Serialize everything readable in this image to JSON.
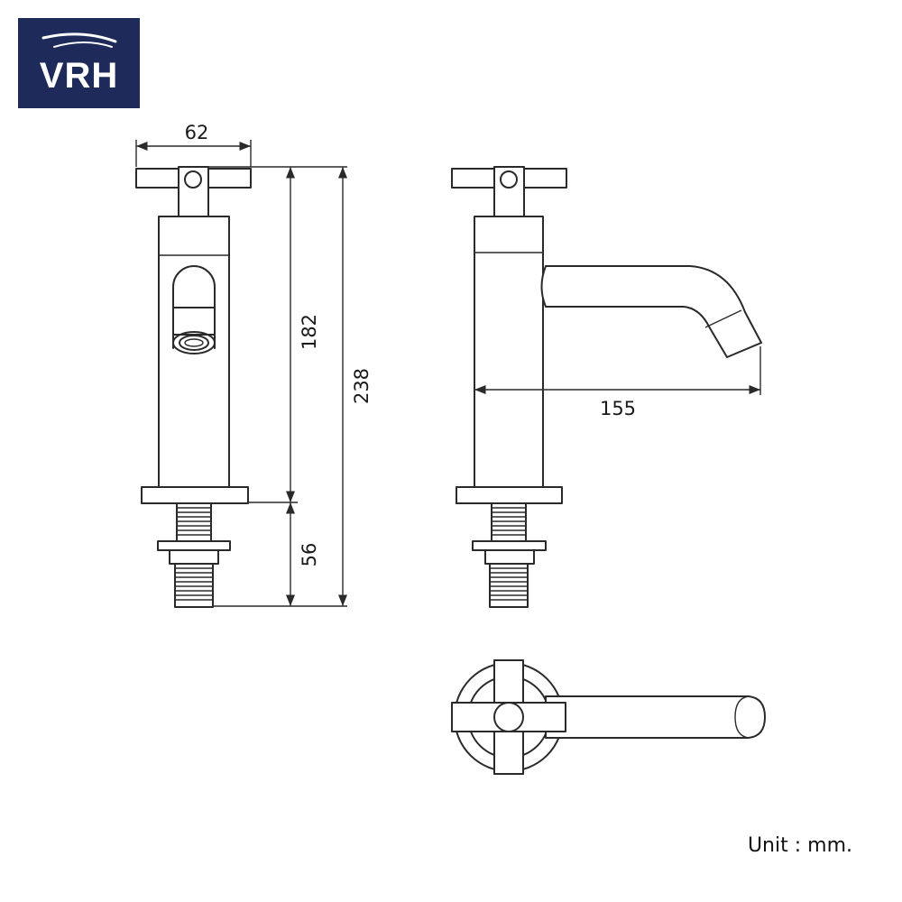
{
  "brand": {
    "logo_text": "VRH",
    "logo_bg": "#1d2a5a",
    "logo_fg": "#ffffff"
  },
  "dimensions": {
    "handle_width": "62",
    "body_height": "182",
    "total_height": "238",
    "shank_length": "56",
    "spout_reach": "155"
  },
  "unit_label": "Unit : mm.",
  "colors": {
    "line": "#2a2a2a",
    "background": "#ffffff"
  }
}
